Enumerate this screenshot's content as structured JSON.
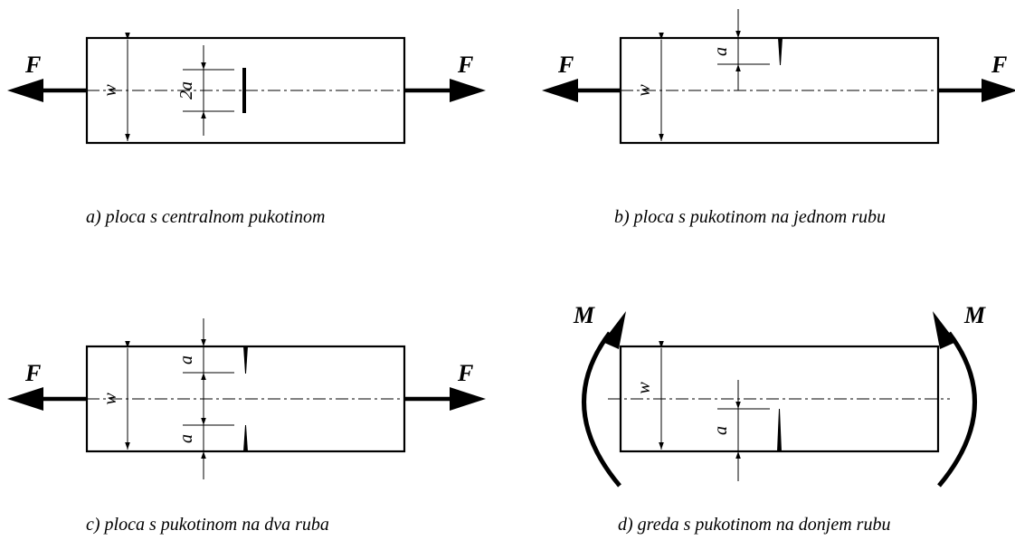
{
  "labels": {
    "force": "F",
    "moment": "M",
    "width": "w",
    "crack_half": "a",
    "crack_full": "2a"
  },
  "captions": {
    "a": "a) ploca s centralnom pukotinom",
    "b": "b) ploca s pukotinom na jednom rubu",
    "c": "c) ploca s pukotinom na dva ruba",
    "d": "d) greda s pukotinom na donjem rubu"
  }
}
